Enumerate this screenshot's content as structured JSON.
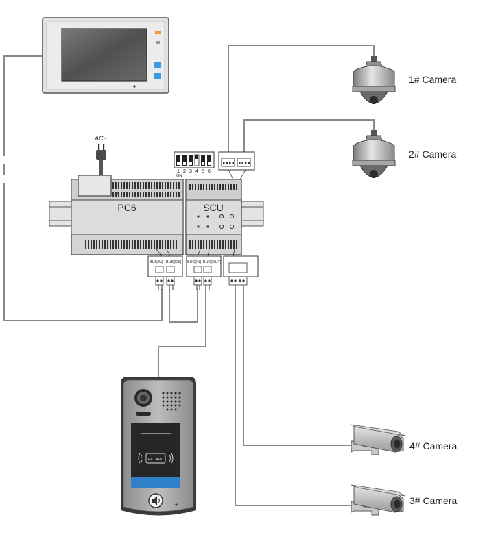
{
  "devices": {
    "power": {
      "label": "AC~"
    },
    "pc6": {
      "label": "PC6"
    },
    "scu": {
      "label": "SCU"
    },
    "dip_switch": {
      "positions": [
        "1",
        "2",
        "3",
        "4",
        "5",
        "6"
      ],
      "on_label": "ON"
    },
    "terminals": {
      "pc6_bus_m": "BUS(M)",
      "pc6_bus_ds": "BUS(DS)",
      "scu_bus_in": "BUS(IN)",
      "scu_bus_out": "BUS(OUT)"
    },
    "door_station": {
      "card_label": "RF CARD"
    }
  },
  "cameras": [
    {
      "id": "cam1",
      "label": "1# Camera",
      "type": "dome"
    },
    {
      "id": "cam2",
      "label": "2# Camera",
      "type": "dome"
    },
    {
      "id": "cam4",
      "label": "4# Camera",
      "type": "bullet"
    },
    {
      "id": "cam3",
      "label": "3# Camera",
      "type": "bullet"
    }
  ],
  "colors": {
    "wire": "#8a8a8a",
    "monitor_body": "#e2e2e2",
    "monitor_screen": "#5c5c5c",
    "module_body": "#d4d4d4",
    "door_panel": "#9a9a9a",
    "door_accent": "#2f7fc9",
    "led_orange": "#f29a2e",
    "button_blue": "#3a9be0"
  }
}
